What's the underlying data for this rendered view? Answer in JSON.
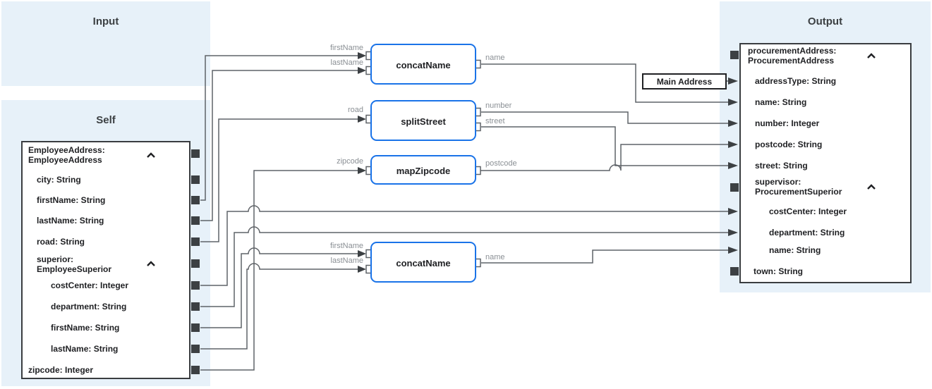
{
  "panels": {
    "input": {
      "title": "Input"
    },
    "self": {
      "title": "Self"
    },
    "output": {
      "title": "Output"
    }
  },
  "self_node": {
    "header1": "EmployeeAddress:",
    "header2": "EmployeeAddress",
    "fields": [
      "city: String",
      "firstName: String",
      "lastName: String",
      "road: String"
    ],
    "group_header1": "superior:",
    "group_header2": "EmployeeSuperior",
    "group_fields": [
      "costCenter: Integer",
      "department: String",
      "firstName: String",
      "lastName: String"
    ],
    "tail_field": "zipcode: Integer"
  },
  "functions": [
    {
      "name": "concatName",
      "input_labels": [
        "firstName",
        "lastName"
      ],
      "output_labels": [
        "name"
      ]
    },
    {
      "name": "splitStreet",
      "input_labels": [
        "road"
      ],
      "output_labels": [
        "number",
        "street"
      ]
    },
    {
      "name": "mapZipcode",
      "input_labels": [
        "zipcode"
      ],
      "output_labels": [
        "postcode"
      ]
    },
    {
      "name": "concatName",
      "input_labels": [
        "firstName",
        "lastName"
      ],
      "output_labels": [
        "name"
      ]
    }
  ],
  "constant": {
    "label": "Main Address"
  },
  "output_node": {
    "header1": "procurementAddress:",
    "header2": "ProcurementAddress",
    "fields": [
      "addressType: String",
      "name: String",
      "number: Integer",
      "postcode: String",
      "street: String"
    ],
    "group_header1": "supervisor:",
    "group_header2": "ProcurementSuperior",
    "group_fields": [
      "costCenter: Integer",
      "department: String",
      "name: String"
    ],
    "tail_field": "town: String"
  },
  "colors": {
    "panel_bg": "#e7f1f9",
    "function_border": "#1a73e8",
    "node_border": "#3a3d40",
    "wire": "#5f6368",
    "connector": "#3c4043",
    "port_label": "#8a8f94"
  }
}
